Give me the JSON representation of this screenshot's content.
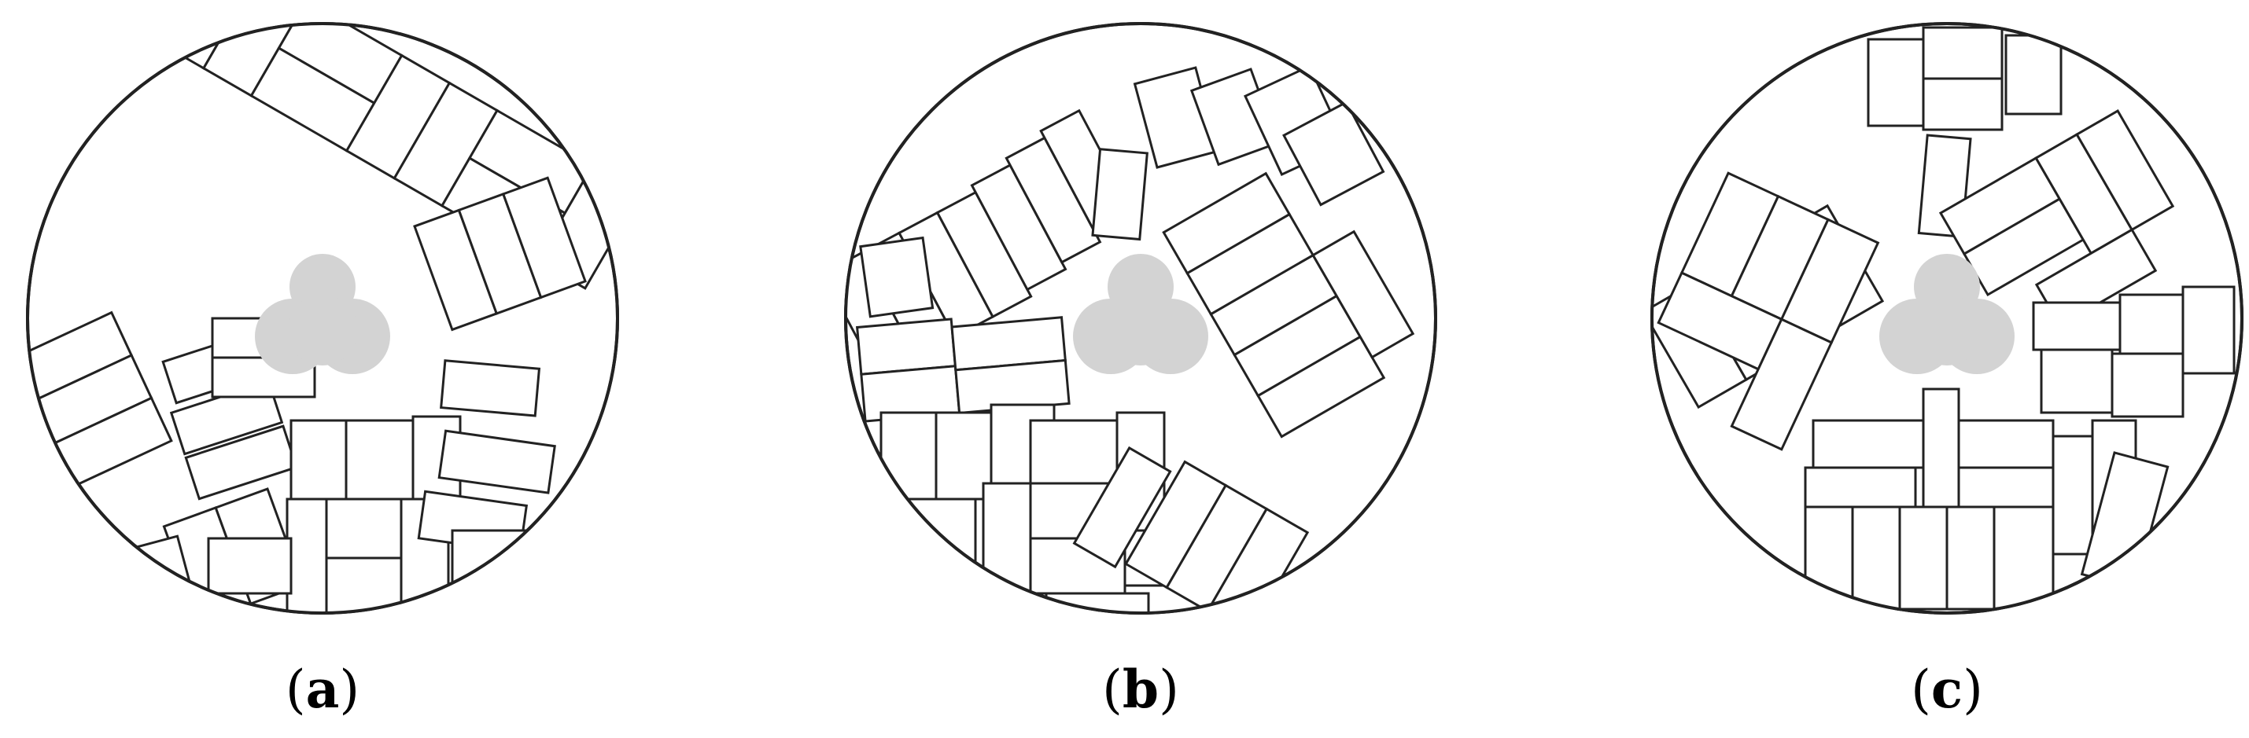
{
  "figure": {
    "panels": [
      {
        "id": "a",
        "label_open": "(",
        "label_letter": "a",
        "label_close": ")"
      },
      {
        "id": "b",
        "label_open": "(",
        "label_letter": "b",
        "label_close": ")"
      },
      {
        "id": "c",
        "label_open": "(",
        "label_letter": "c",
        "label_close": ")"
      }
    ],
    "colors": {
      "outline": "#222222",
      "core": "#d3d3d3",
      "tile": "#ffffff"
    }
  }
}
